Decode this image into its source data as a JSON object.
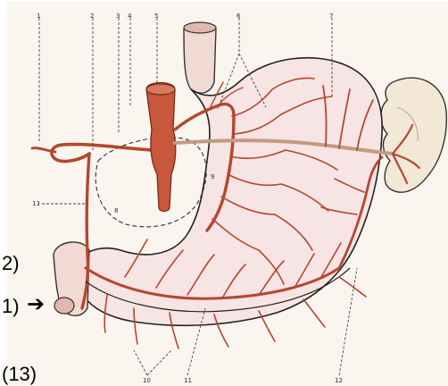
{
  "figure": {
    "leader_numbers": {
      "n1": "1",
      "n2": "2",
      "n3": "3",
      "n4": "4",
      "n5": "5",
      "n6": "6",
      "n7": "7",
      "n8": "8",
      "n9": "9",
      "n10": "10",
      "n11": "11",
      "n12": "12",
      "n13": "13"
    }
  },
  "side_labels": {
    "label_12": "2)",
    "label_11": "1)",
    "label_13": "(13)"
  },
  "arrow_glyph": "➔",
  "colors": {
    "artery": "#b5472e",
    "artery_dark": "#8c2f1c",
    "stomach_fill": "#f7e4e4",
    "outline": "#222222",
    "spleen_fill": "#f3e7d6",
    "aorta_fill": "#c8583c",
    "esophagus_fill": "#f1d9d4"
  }
}
